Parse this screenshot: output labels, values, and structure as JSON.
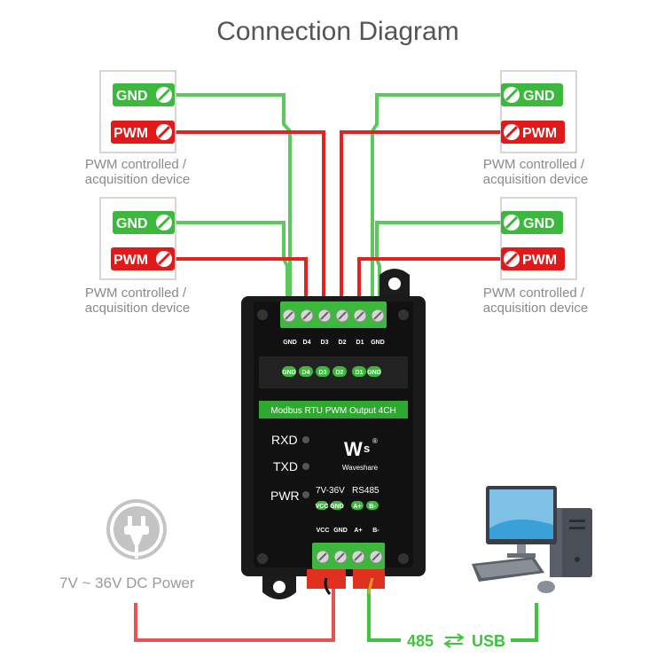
{
  "title": "Connection Diagram",
  "devices": [
    {
      "gnd": "GND",
      "pwm": "PWM",
      "caption_line1": "PWM controlled /",
      "caption_line2": "acquisition device"
    },
    {
      "gnd": "GND",
      "pwm": "PWM",
      "caption_line1": "PWM controlled /",
      "caption_line2": "acquisition device"
    },
    {
      "gnd": "GND",
      "pwm": "PWM",
      "caption_line1": "PWM controlled /",
      "caption_line2": "acquisition device"
    },
    {
      "gnd": "GND",
      "pwm": "PWM",
      "caption_line1": "PWM controlled /",
      "caption_line2": "acquisition device"
    }
  ],
  "module": {
    "name": "Modbus RTU PWM Output 4CH",
    "top_pins": [
      "GND",
      "D4",
      "D3",
      "D2",
      "D1",
      "GND"
    ],
    "leds": [
      "RXD",
      "TXD",
      "PWR"
    ],
    "brand": "Waveshare",
    "voltage_label": "7V-36V",
    "voltage_pins": [
      "VCC",
      "GND"
    ],
    "rs485_label": "RS485",
    "rs485_pins": [
      "A+",
      "B-"
    ],
    "bottom_pins": [
      "VCC",
      "GND",
      "A+",
      "B-"
    ]
  },
  "power_label": "7V ~ 36V DC Power",
  "usb_left": "485",
  "usb_right": "USB",
  "colors": {
    "gnd": "#3cb83c",
    "pwm": "#e01919",
    "wire_green": "#5cc95c",
    "wire_red": "#e52222"
  }
}
